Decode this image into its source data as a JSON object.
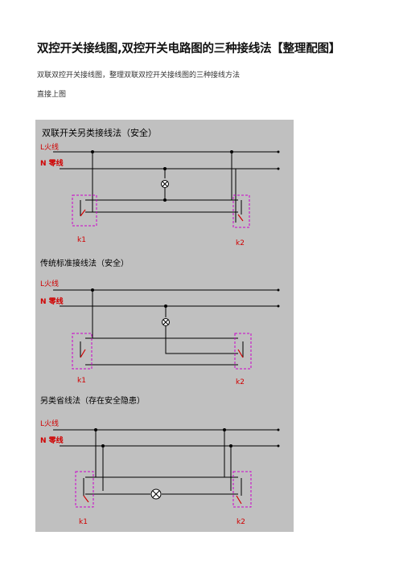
{
  "page": {
    "title": "双控开关接线图,双控开关电路图的三种接线法【整理配图】",
    "subtitle": "双联双控开关接线图，整理双联双控开关接线图的三种接线方法",
    "intro": "直接上图"
  },
  "figure": {
    "sections": [
      {
        "caption": "双联开关另类接线法（安全）",
        "live_label": "L火线",
        "neutral_label": "N 零线",
        "switch_left": "k1",
        "switch_right": "k2"
      },
      {
        "caption": "传统标准接线法（安全）",
        "live_label": "L火线",
        "neutral_label": "N 零线",
        "switch_left": "k1",
        "switch_right": "k2"
      },
      {
        "caption": "另类省线法（存在安全隐患）",
        "live_label": "L火线",
        "neutral_label": "N 零线",
        "switch_left": "k1",
        "switch_right": "k2"
      }
    ],
    "colors": {
      "background": "#c0c0c0",
      "wire": "#000000",
      "label": "#d00000",
      "switch_box": "#cc00cc"
    }
  }
}
